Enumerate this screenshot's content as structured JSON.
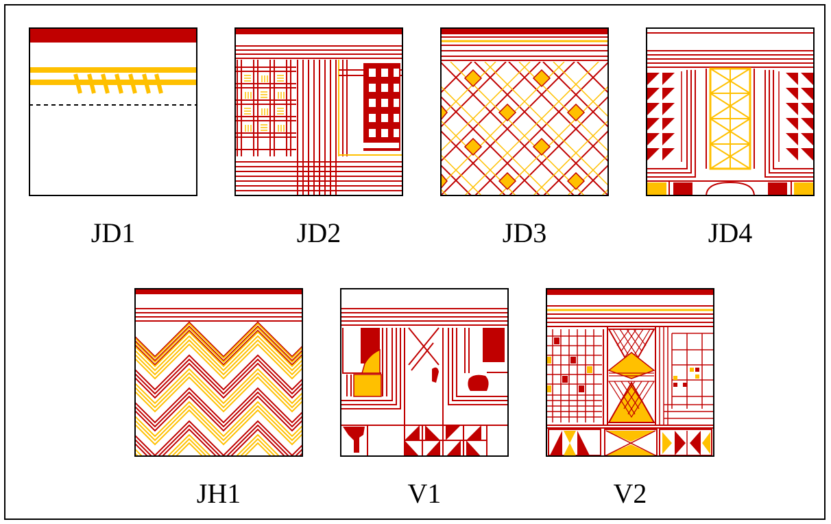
{
  "figure": {
    "colors": {
      "red": "#c00000",
      "yellow": "#ffc000",
      "border": "#000000"
    },
    "panels": [
      {
        "id": "JD1",
        "label": "JD1"
      },
      {
        "id": "JD2",
        "label": "JD2"
      },
      {
        "id": "JD3",
        "label": "JD3"
      },
      {
        "id": "JD4",
        "label": "JD4"
      },
      {
        "id": "JH1",
        "label": "JH1"
      },
      {
        "id": "V1",
        "label": "V1"
      },
      {
        "id": "V2",
        "label": "V2"
      }
    ]
  }
}
